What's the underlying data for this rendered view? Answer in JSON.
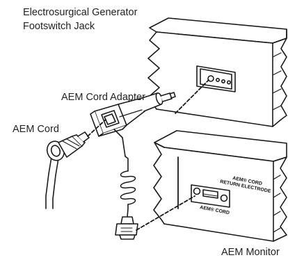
{
  "labels": {
    "generator_line1": "Electrosurgical Generator",
    "generator_line2": "Footswitch Jack",
    "adapter": "AEM Cord Adapter",
    "cord": "AEM Cord",
    "monitor": "AEM Monitor"
  },
  "monitor_panel": {
    "aem_cord_top": "AEM® CORD",
    "return_electrode": "RETURN ELECTRODE",
    "aem_cord_bottom": "AEM® CORD"
  },
  "colors": {
    "line": "#1a1a1a",
    "fill": "#ffffff"
  }
}
